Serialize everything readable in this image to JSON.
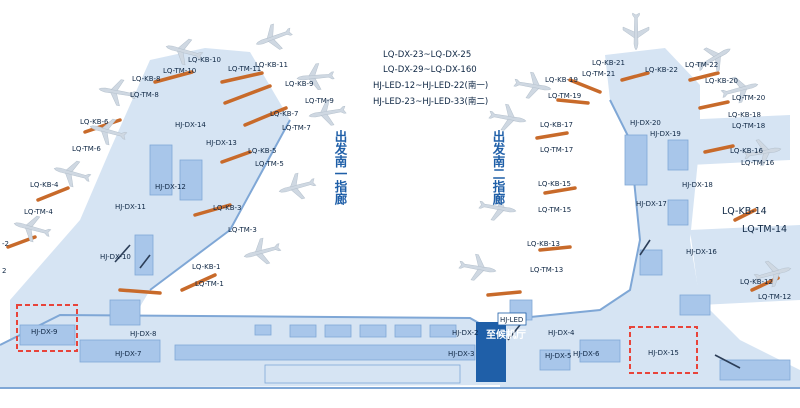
{
  "colors": {
    "floor": "#d6e4f3",
    "wall": "#7fa7d6",
    "block": "#a8c6ea",
    "bridge": "#c86a2a",
    "plane": "#cfd8e2",
    "highlight": "#e8443a",
    "text": "#0f2744",
    "accent": "#1f5fa8"
  },
  "legend": {
    "line1": "LQ-DX-23~LQ-DX-25",
    "line2": "LQ-DX-29~LQ-DX-160",
    "line3": "HJ-LED-12~HJ-LED-22(南一)",
    "line4": "HJ-LED-23~HJ-LED-33(南二)"
  },
  "piers": {
    "south1": "出发南一指廊",
    "south2": "出发南二指廊"
  },
  "hall": {
    "sign": "HJ-LED",
    "title": "至候机厅"
  },
  "icons": {
    "airplane": "airplane-icon",
    "boarding_bridge": "boarding-bridge-icon",
    "escalator": "escalator-icon"
  },
  "highlighted": [
    "HJ-DX-9",
    "HJ-DX-15"
  ],
  "labels": {
    "kb10": "LQ-KB-10",
    "tm10": "LQ-TM-10",
    "kb8": "LQ-KB-8",
    "tm8": "LQ-TM-8",
    "tm11": "LQ-TM-11",
    "kb11": "LQ-KB-11",
    "kb9": "LQ-KB-9",
    "tm9": "LQ-TM-9",
    "kb7": "LQ-KB-7",
    "tm7": "LQ-TM-7",
    "dx14": "HJ-DX-14",
    "dx13": "HJ-DX-13",
    "kb5": "LQ-KB-5",
    "tm5": "LQ-TM-5",
    "kb6": "LQ-KB-6",
    "tm6": "LQ-TM-6",
    "dx12": "HJ-DX-12",
    "kb4": "LQ-KB-4",
    "tm4": "LQ-TM-4",
    "kb3": "LQ-KB-3",
    "tm3": "LQ-TM-3",
    "dx11": "HJ-DX-11",
    "kb2": "-2",
    "tm2": "2",
    "dx10": "HJ-DX-10",
    "kb1": "LQ-KB-1",
    "tm1": "LQ-TM-1",
    "dx9": "HJ-DX-9",
    "dx8": "HJ-DX-8",
    "dx7": "HJ-DX-7",
    "dx2": "HJ-DX-2",
    "dx3": "HJ-DX-3",
    "dx4": "HJ-DX-4",
    "dx5": "HJ-DX-5",
    "dx6": "HJ-DX-6",
    "dx15": "HJ-DX-15",
    "kb21": "LQ-KB-21",
    "tm21": "LQ-TM-21",
    "kb19": "LQ-KB-19",
    "tm19": "LQ-TM-19",
    "kb22": "LQ-KB-22",
    "tm22": "LQ-TM-22",
    "kb20": "LQ-KB-20",
    "tm20": "LQ-TM-20",
    "kb18": "LQ-KB-18",
    "tm18": "LQ-TM-18",
    "kb17": "LQ-KB-17",
    "tm17": "LQ-TM-17",
    "dx20": "HJ-DX-20",
    "dx19": "HJ-DX-19",
    "kb16": "LQ-KB-16",
    "tm16": "LQ-TM-16",
    "dx18": "HJ-DX-18",
    "kb15": "LQ-KB-15",
    "tm15": "LQ-TM-15",
    "dx17": "HJ-DX-17",
    "kb14": "LQ-KB-14",
    "tm14": "LQ-TM-14",
    "dx16": "HJ-DX-16",
    "kb13": "LQ-KB-13",
    "tm13": "LQ-TM-13",
    "kb12": "LQ-KB-12",
    "tm12": "LQ-TM-12"
  }
}
